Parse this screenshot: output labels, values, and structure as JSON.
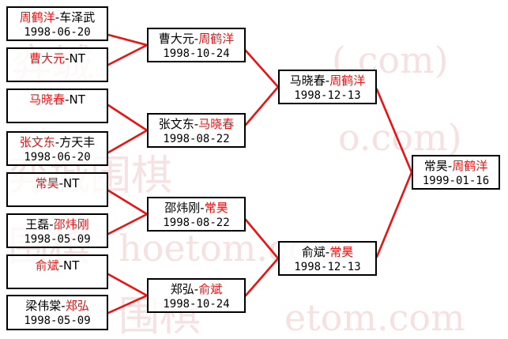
{
  "diagram": {
    "type": "tournament-bracket",
    "title": "",
    "line_color": "#ee1111",
    "box_border_color": "#000000",
    "winner_color": "#ee1111",
    "loser_color": "#000000",
    "watermark": "hoetom.com",
    "watermark_cjk": "弈城围棋"
  },
  "rounds": [
    {
      "name": "round-1",
      "matches": [
        {
          "id": "r1m1",
          "left": "周鹤洋",
          "right": "车泽武",
          "winner": "left",
          "date": "1998-06-20"
        },
        {
          "id": "r1m2",
          "left": "曹大元",
          "right": "NT",
          "winner": "left",
          "date": ""
        },
        {
          "id": "r1m3",
          "left": "马晓春",
          "right": "NT",
          "winner": "left",
          "date": ""
        },
        {
          "id": "r1m4",
          "left": "张文东",
          "right": "方天丰",
          "winner": "left",
          "date": "1998-06-20"
        },
        {
          "id": "r1m5",
          "left": "常昊",
          "right": "NT",
          "winner": "left",
          "date": ""
        },
        {
          "id": "r1m6",
          "left": "王磊",
          "right": "邵炜刚",
          "winner": "right",
          "date": "1998-05-09"
        },
        {
          "id": "r1m7",
          "left": "俞斌",
          "right": "NT",
          "winner": "left",
          "date": ""
        },
        {
          "id": "r1m8",
          "left": "梁伟棠",
          "right": "郑弘",
          "winner": "right",
          "date": "1998-05-09"
        }
      ]
    },
    {
      "name": "round-2",
      "matches": [
        {
          "id": "r2m1",
          "left": "曹大元",
          "right": "周鹤洋",
          "winner": "right",
          "date": "1998-10-24"
        },
        {
          "id": "r2m2",
          "left": "张文东",
          "right": "马晓春",
          "winner": "right",
          "date": "1998-08-22"
        },
        {
          "id": "r2m3",
          "left": "邵炜刚",
          "right": "常昊",
          "winner": "right",
          "date": "1998-08-22"
        },
        {
          "id": "r2m4",
          "left": "郑弘",
          "right": "俞斌",
          "winner": "right",
          "date": "1998-10-24"
        }
      ]
    },
    {
      "name": "round-3",
      "matches": [
        {
          "id": "r3m1",
          "left": "马晓春",
          "right": "周鹤洋",
          "winner": "right",
          "date": "1998-12-13"
        },
        {
          "id": "r3m2",
          "left": "俞斌",
          "right": "常昊",
          "winner": "right",
          "date": "1998-12-13"
        }
      ]
    },
    {
      "name": "final",
      "matches": [
        {
          "id": "r4m1",
          "left": "常昊",
          "right": "周鹤洋",
          "winner": "right",
          "date": "1999-01-16"
        }
      ]
    }
  ]
}
